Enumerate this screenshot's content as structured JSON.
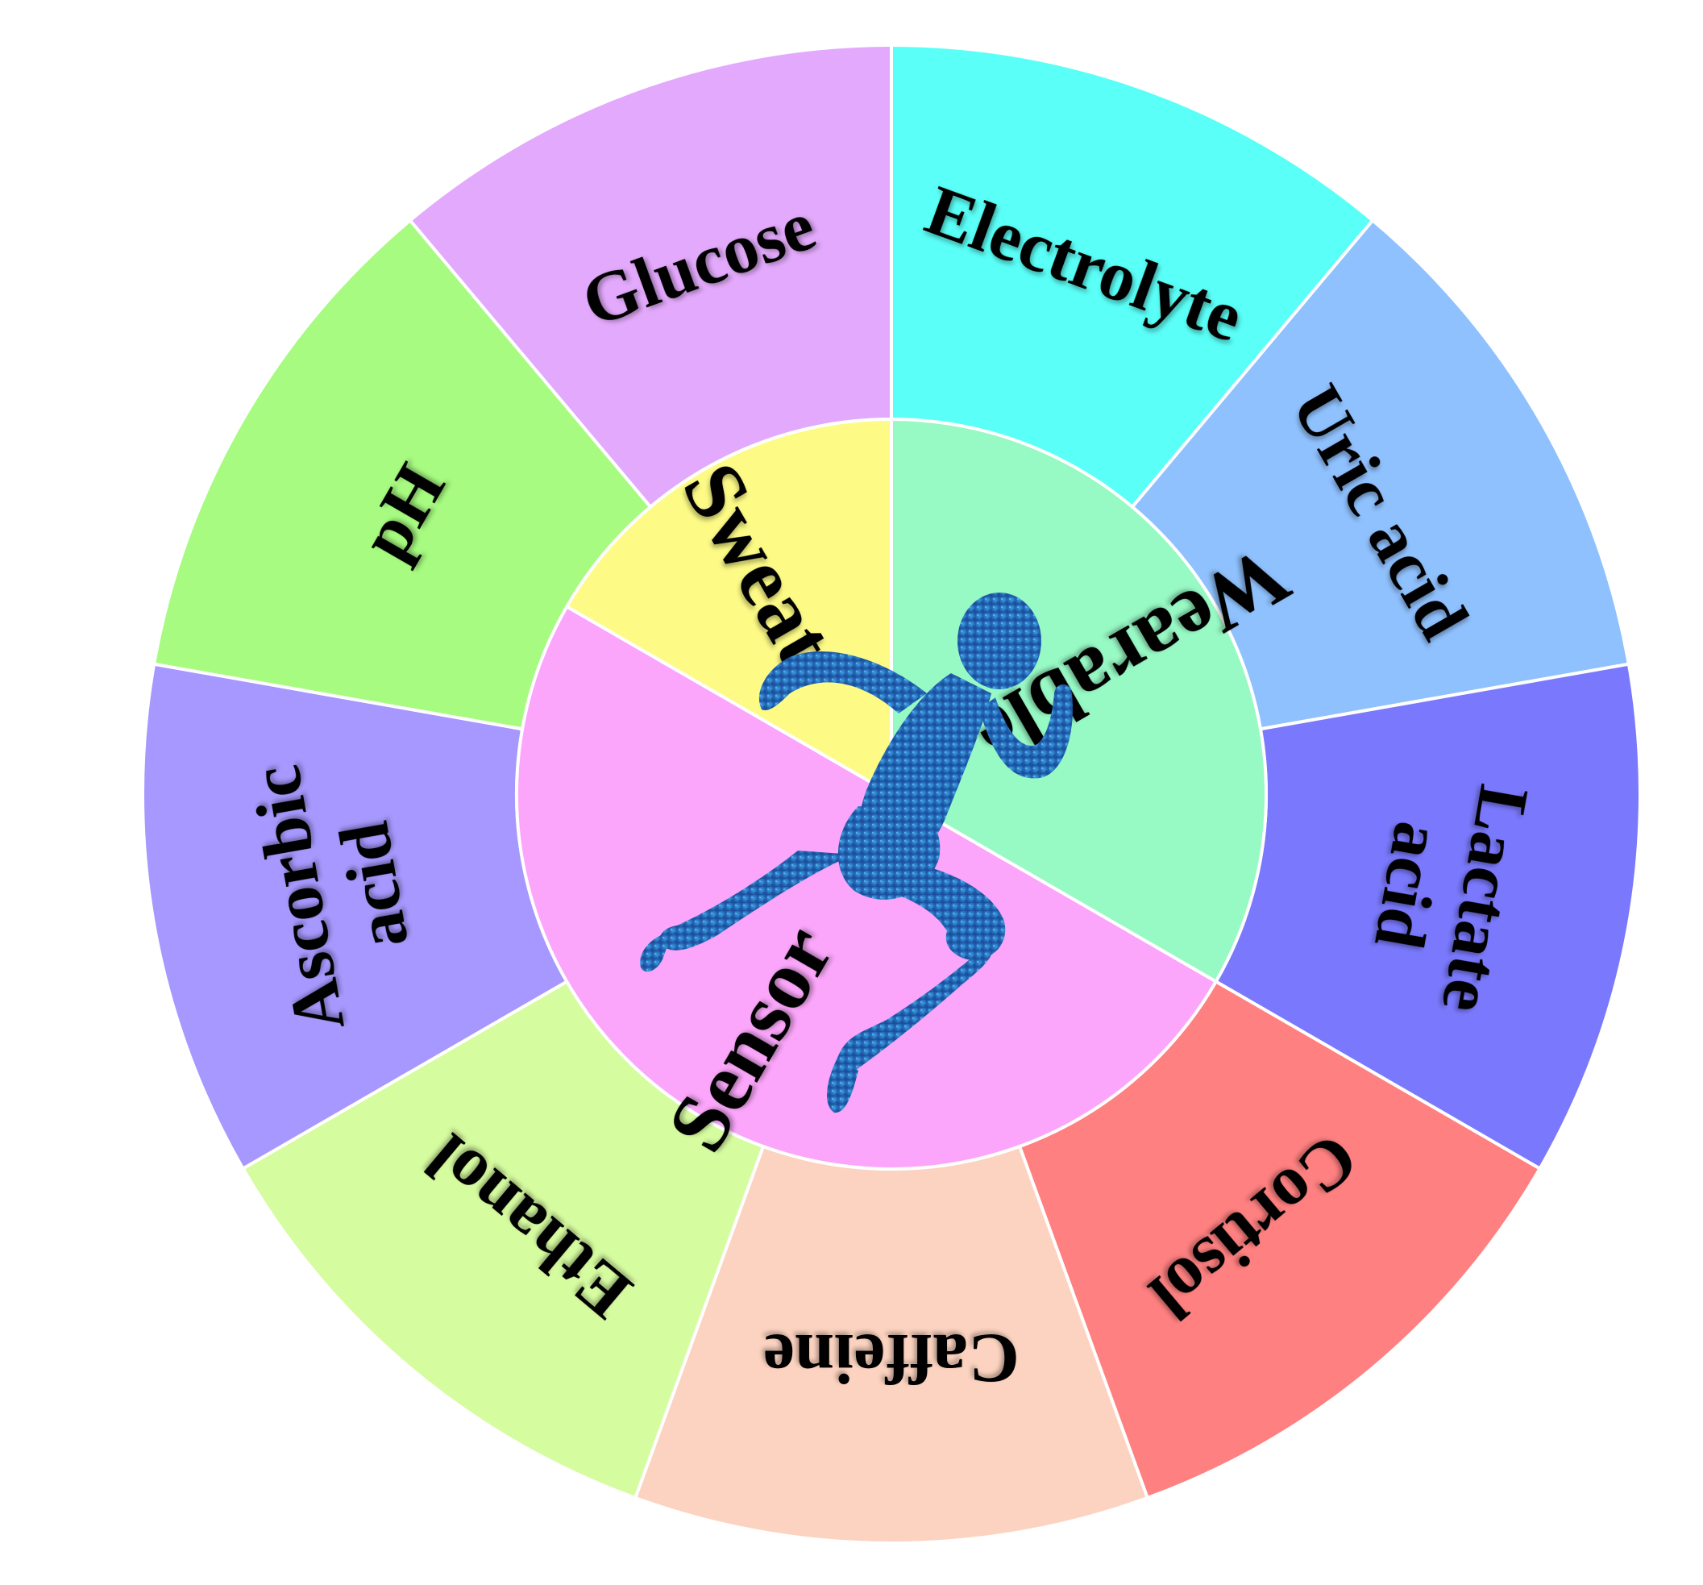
{
  "center": {
    "figure_icon": "running-person-icon",
    "figure_color": "#1b4f9e",
    "figure_highlight": "#3aa0e6"
  },
  "inner_ring": [
    {
      "label": "Sweat",
      "color": "#fdfb86"
    },
    {
      "label": "Wearable",
      "color": "#97f9c4"
    },
    {
      "label": "Sensor",
      "color": "#fba6fa"
    }
  ],
  "outer_ring": [
    {
      "lines": [
        "Electrolyte"
      ],
      "color": "#5afff7"
    },
    {
      "lines": [
        "Uric acid"
      ],
      "color": "#8fc1fe"
    },
    {
      "lines": [
        "Lactate",
        "acid"
      ],
      "color": "#7a79fd"
    },
    {
      "lines": [
        "Cortisol"
      ],
      "color": "#ff8080"
    },
    {
      "lines": [
        "Caffeine"
      ],
      "color": "#fcd3c0"
    },
    {
      "lines": [
        "Ethanol"
      ],
      "color": "#d6fca0"
    },
    {
      "lines": [
        "Ascorbic",
        "acid"
      ],
      "color": "#a698fe"
    },
    {
      "lines": [
        "pH"
      ],
      "color": "#a6fb80"
    },
    {
      "lines": [
        "Glucose"
      ],
      "color": "#e3a9fc"
    }
  ]
}
